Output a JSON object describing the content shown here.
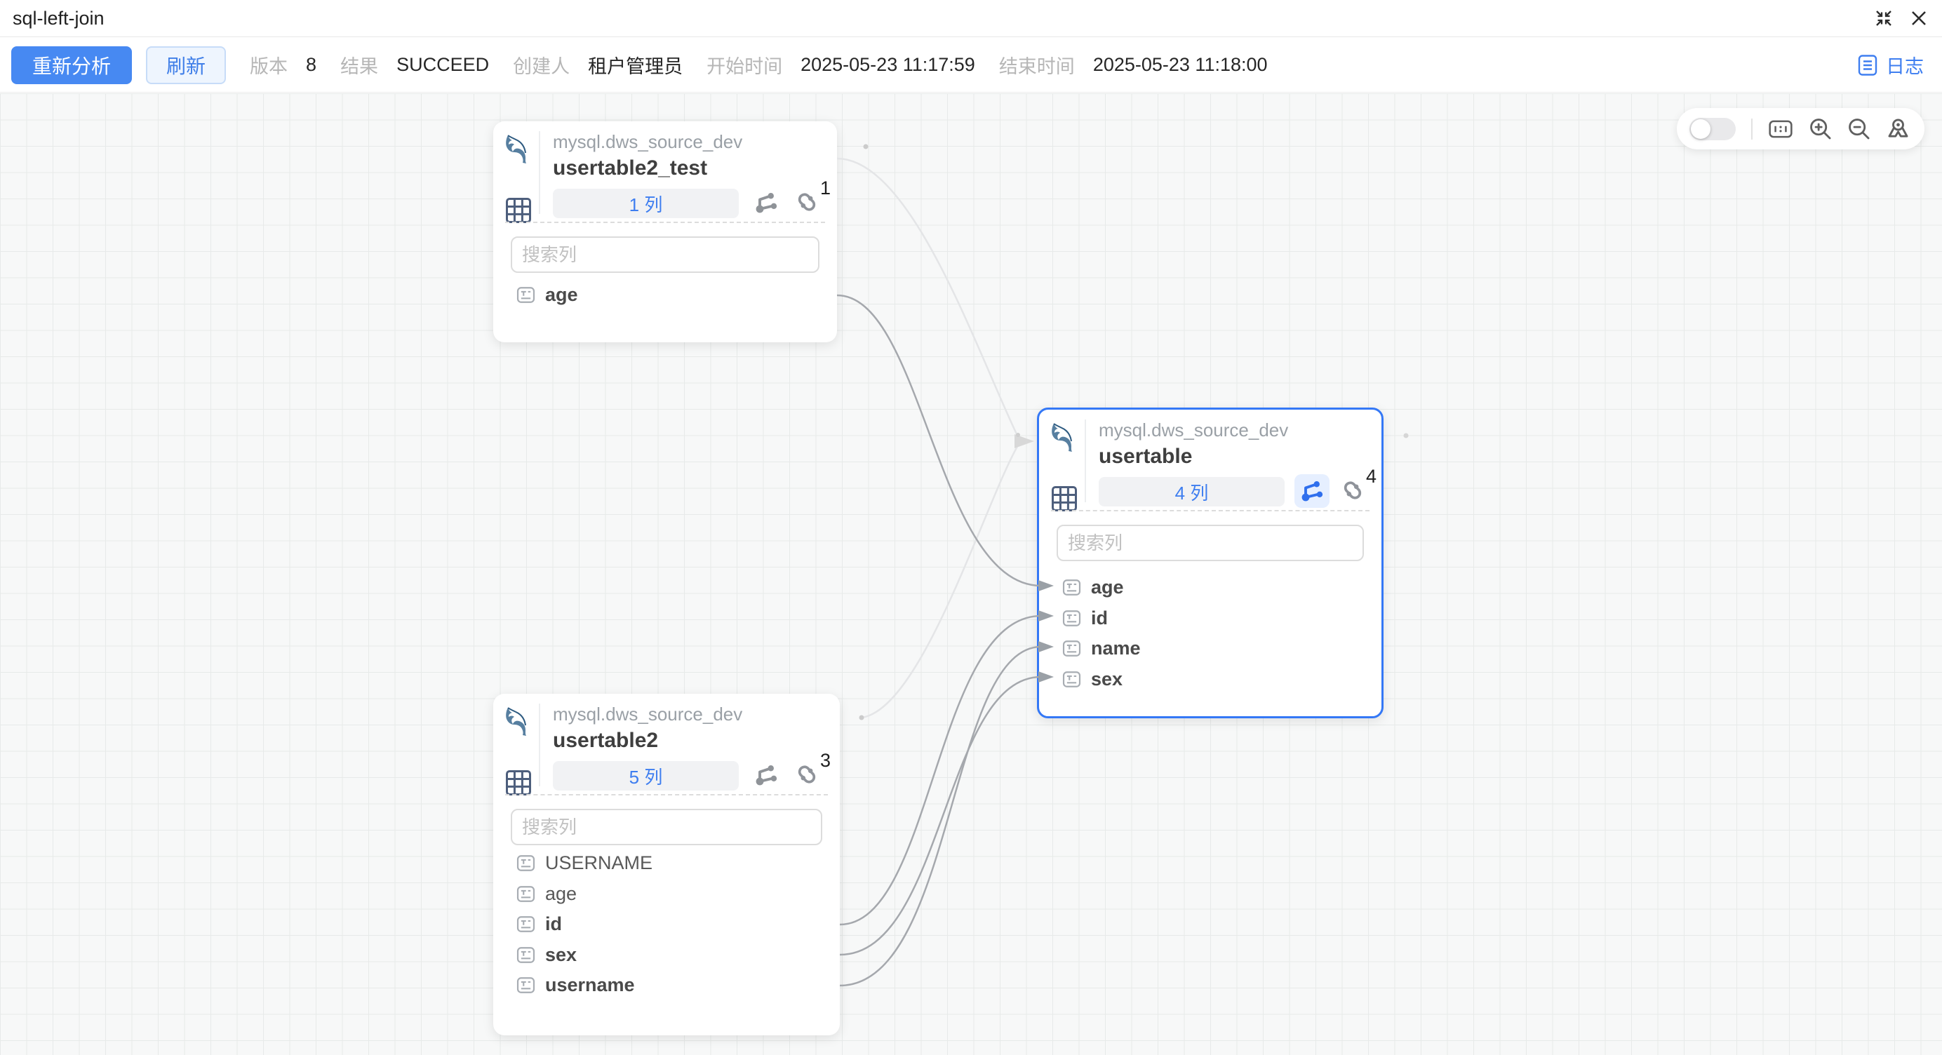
{
  "window": {
    "title": "sql-left-join",
    "collapse_icon": "collapse-inward",
    "close_icon": "close"
  },
  "toolbar": {
    "reanalyze_button": "重新分析",
    "refresh_button": "刷新",
    "meta": [
      {
        "label": "版本",
        "value": "8"
      },
      {
        "label": "结果",
        "value": "SUCCEED"
      },
      {
        "label": "创建人",
        "value": "租户管理员"
      },
      {
        "label": "开始时间",
        "value": "2025-05-23 11:17:59"
      },
      {
        "label": "结束时间",
        "value": "2025-05-23 11:18:00"
      }
    ],
    "log_link": "日志"
  },
  "canvas": {
    "controls": {
      "toggle_state": "off",
      "icons": [
        "one-to-one",
        "zoom-in",
        "zoom-out",
        "locate"
      ]
    },
    "nodes": [
      {
        "db": "mysql.dws_source_dev",
        "table": "usertable2_test",
        "column_count_label": "1 列",
        "link_count": "1",
        "search_placeholder": "搜索列",
        "selected": false,
        "columns": [
          {
            "name": "age",
            "emphasis": true
          }
        ]
      },
      {
        "db": "mysql.dws_source_dev",
        "table": "usertable",
        "column_count_label": "4 列",
        "link_count": "4",
        "search_placeholder": "搜索列",
        "selected": true,
        "columns": [
          {
            "name": "age",
            "emphasis": true
          },
          {
            "name": "id",
            "emphasis": true
          },
          {
            "name": "name",
            "emphasis": true
          },
          {
            "name": "sex",
            "emphasis": true
          }
        ]
      },
      {
        "db": "mysql.dws_source_dev",
        "table": "usertable2",
        "column_count_label": "5 列",
        "link_count": "3",
        "search_placeholder": "搜索列",
        "selected": false,
        "columns": [
          {
            "name": "USERNAME",
            "emphasis": false
          },
          {
            "name": "age",
            "emphasis": false
          },
          {
            "name": "id",
            "emphasis": true
          },
          {
            "name": "sex",
            "emphasis": true
          },
          {
            "name": "username",
            "emphasis": true
          }
        ]
      }
    ],
    "edges": {
      "column_edges": [
        {
          "from": "usertable2_test.age",
          "to": "usertable.age"
        },
        {
          "from": "usertable2.id",
          "to": "usertable.id"
        },
        {
          "from": "usertable2.username",
          "to": "usertable.name"
        },
        {
          "from": "usertable2.sex",
          "to": "usertable.sex"
        }
      ],
      "table_edges": [
        {
          "from": "usertable2_test",
          "to": "usertable"
        },
        {
          "from": "usertable2",
          "to": "usertable"
        }
      ]
    },
    "colors": {
      "selected_border": "#3478f6",
      "accent_blue": "#3e7ef0",
      "edge_dark": "#a5a8ad",
      "edge_faint": "#e4e5e7"
    }
  }
}
